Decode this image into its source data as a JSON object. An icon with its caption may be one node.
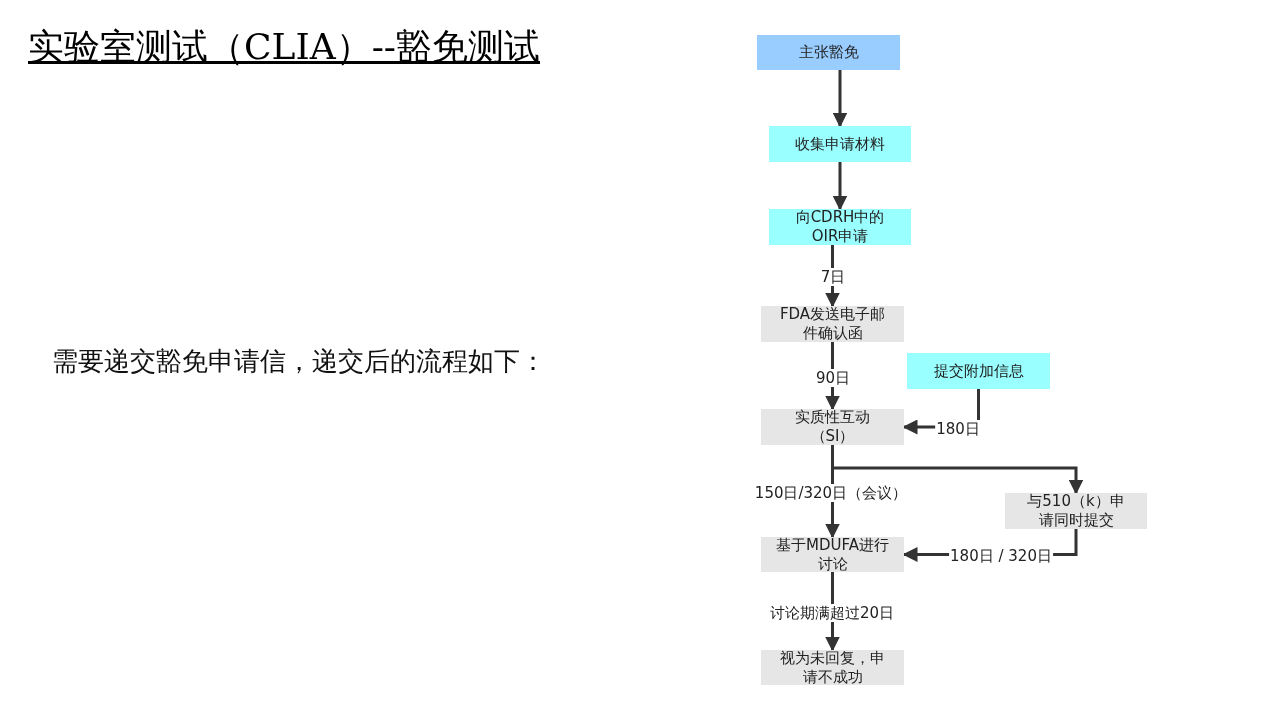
{
  "diagram": {
    "title": "实验室测试（CLIA）--豁免测试",
    "nodes": [
      {
        "text": [
          "主张豁免"
        ]
      },
      {
        "text": [
          "收集申请材料"
        ]
      },
      {
        "text": [
          "向CDRH中的OIR申请"
        ]
      },
      {
        "text": [
          "FDA发送电子邮件确认函"
        ]
      },
      {
        "text": [
          "提交附加信息"
        ]
      },
      {
        "text": [
          "实质性互动（SI）"
        ]
      },
      {
        "text": [
          "与510（k）申请同时提交"
        ]
      },
      {
        "text": [
          "基于MDUFA进行讨论"
        ]
      },
      {
        "text": [
          "视为未回复，申请不成功"
        ]
      }
    ],
    "edges": [
      {
        "from": 0,
        "to": 1,
        "arrow": "to"
      },
      {
        "from": 1,
        "to": 2,
        "arrow": "to"
      },
      {
        "from": 2,
        "to": 3,
        "arrow": "to",
        "label": "7日"
      },
      {
        "from": 3,
        "to": 5,
        "arrow": "to",
        "label": "90日"
      },
      {
        "from": 4,
        "to": 5,
        "arrow": "to",
        "label": "180日"
      },
      {
        "from": 5,
        "to": 7,
        "arrow": "to",
        "label": "150日/320日（会议）"
      },
      {
        "from": 5,
        "to": 6,
        "arrow": "to"
      },
      {
        "from": 6,
        "to": 7,
        "arrow": "to",
        "label": "180日 / 320日"
      },
      {
        "from": 7,
        "to": 8,
        "arrow": "to",
        "label": "讨论期满超过20日"
      }
    ],
    "labels": [
      "需要递交豁免申请信，递交后的流程如下："
    ]
  }
}
